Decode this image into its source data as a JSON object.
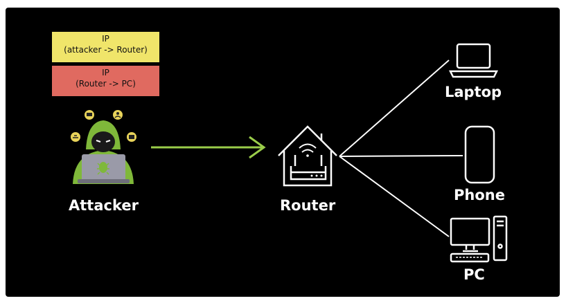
{
  "packets": [
    {
      "title": "IP",
      "detail": "(attacker -> Router)",
      "color": "#f0e56a"
    },
    {
      "title": "IP",
      "detail": "(Router -> PC)",
      "color": "#e06a60"
    }
  ],
  "nodes": {
    "attacker": "Attacker",
    "router": "Router",
    "laptop": "Laptop",
    "phone": "Phone",
    "pc": "PC"
  },
  "colors": {
    "background": "#000000",
    "arrow": "#9acd4a",
    "hacker_hood": "#7fb83a",
    "lines": "#ffffff"
  },
  "icons": [
    "hacker-icon",
    "router-icon",
    "laptop-icon",
    "phone-icon",
    "pc-icon"
  ]
}
